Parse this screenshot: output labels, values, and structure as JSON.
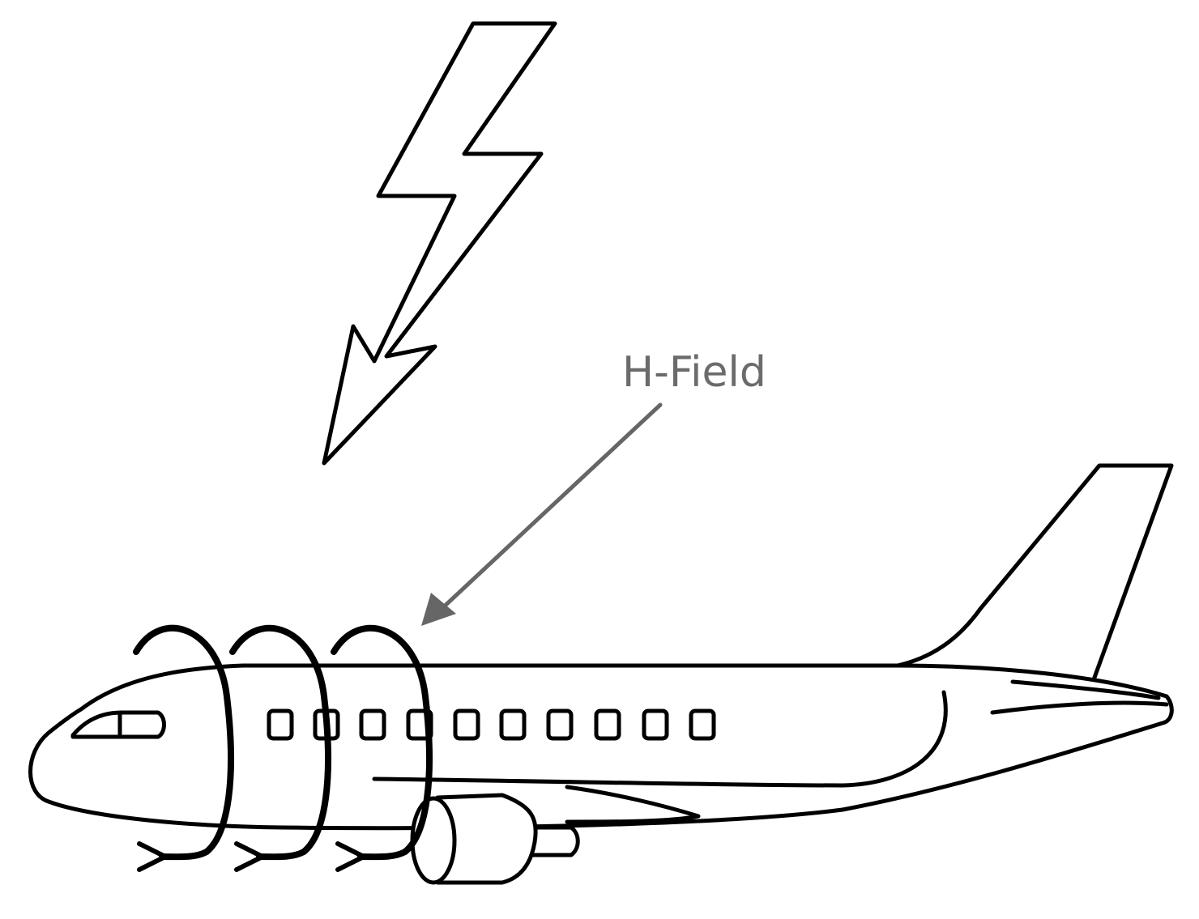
{
  "labels": {
    "field": "H-Field"
  },
  "icons": {
    "lightning": "lightning-bolt-icon",
    "aircraft": "airplane-icon"
  },
  "colors": {
    "ink": "#000000",
    "pointer": "#666666",
    "label": "#6b6b6b",
    "background": "#ffffff"
  },
  "field_loop_count": 3,
  "cabin_window_count": 10
}
